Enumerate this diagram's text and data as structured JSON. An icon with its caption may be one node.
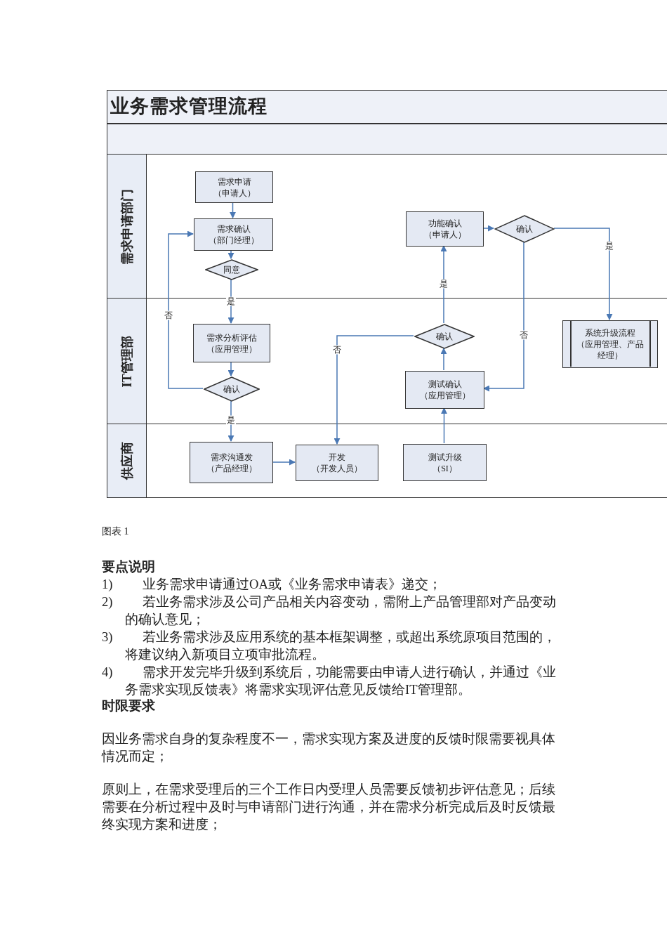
{
  "diagram": {
    "title": "业务需求管理流程",
    "caption": "图表 1",
    "nodes": [
      {
        "text": [
          "需求申请部门"
        ]
      },
      {
        "text": [
          "IT管理部"
        ]
      },
      {
        "text": [
          "供应商"
        ]
      },
      {
        "text": [
          "需求申请（申请人）"
        ],
        "in": 0
      },
      {
        "text": [
          "需求确认（部门经理）"
        ],
        "in": 0
      },
      {
        "text": [
          "同意"
        ],
        "in": 0
      },
      {
        "text": [
          "功能确认（申请人）"
        ],
        "in": 0
      },
      {
        "text": [
          "确认"
        ],
        "in": 0
      },
      {
        "text": [
          "需求分析评估（应用管理）"
        ],
        "in": 1
      },
      {
        "text": [
          "确认"
        ],
        "in": 1
      },
      {
        "text": [
          "确认"
        ],
        "in": 1
      },
      {
        "text": [
          "测试确认（应用管理）"
        ],
        "in": 1
      },
      {
        "text": [
          "系统升级流程（应用管理、产品经理）"
        ],
        "in": 1
      },
      {
        "text": [
          "需求沟通发（产品经理）"
        ],
        "in": 2
      },
      {
        "text": [
          "开发（开发人员）"
        ],
        "in": 2
      },
      {
        "text": [
          "测试升级（SI）"
        ],
        "in": 2
      }
    ],
    "edges": [
      {
        "from": 3,
        "to": 4,
        "arrow": "to"
      },
      {
        "from": 4,
        "to": 5,
        "arrow": "to"
      },
      {
        "from": 5,
        "to": 8,
        "arrow": "to",
        "label": "是"
      },
      {
        "from": 8,
        "to": 9,
        "arrow": "to"
      },
      {
        "from": 9,
        "to": 4,
        "arrow": "to",
        "label": "否"
      },
      {
        "from": 9,
        "to": 13,
        "arrow": "to",
        "label": "是"
      },
      {
        "from": 13,
        "to": 14,
        "arrow": "to"
      },
      {
        "from": 15,
        "to": 11,
        "arrow": "to"
      },
      {
        "from": 11,
        "to": 10,
        "arrow": "to"
      },
      {
        "from": 10,
        "to": 14,
        "arrow": "to",
        "label": "否"
      },
      {
        "from": 10,
        "to": 6,
        "arrow": "to",
        "label": "是"
      },
      {
        "from": 6,
        "to": 7,
        "arrow": "to"
      },
      {
        "from": 7,
        "to": 12,
        "arrow": "to",
        "label": "是"
      },
      {
        "from": 7,
        "to": 11,
        "arrow": "to",
        "label": "否"
      }
    ],
    "labels": [
      "要点说明",
      "1)",
      "业务需求申请通过OA或《业务需求申请表》递交；",
      "2)",
      "若业务需求涉及公司产品相关内容变动，需附上产品管理部对产品变动的确认意见；",
      "3)",
      "若业务需求涉及应用系统的基本框架调整，或超出系统原项目范围的，将建议纳入新项目立项审批流程。",
      "4)",
      "需求开发完毕升级到系统后，功能需要由申请人进行确认，并通过《业务需求实现反馈表》将需求实现评估意见反馈给IT管理部。",
      "时限要求",
      "因业务需求自身的复杂程度不一，需求实现方案及进度的反馈时限需要视具体情况而定；",
      "原则上，在需求受理后的三个工作日内受理人员需要反馈初步评估意见；后续需要在分析过程中及时与申请部门进行沟通，并在需求分析完成后及时反馈最终实现方案和进度；"
    ]
  }
}
